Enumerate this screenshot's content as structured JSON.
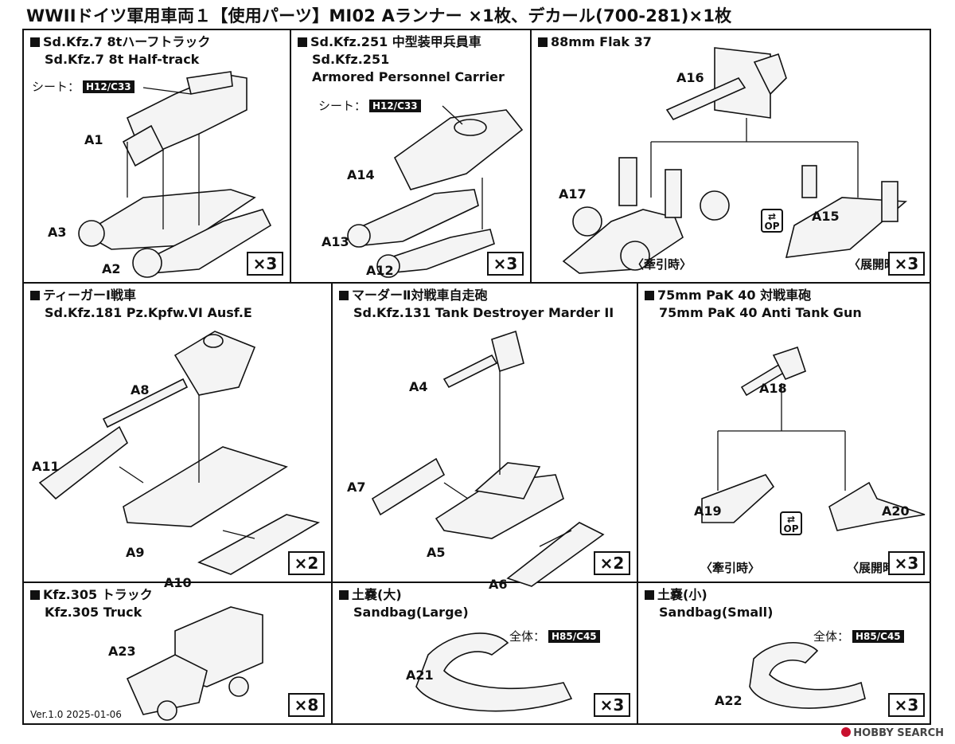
{
  "title": "WWIIドイツ軍用車両１【使用パーツ】MI02 Aランナー ×1枚、デカール(700-281)×1枚",
  "version": "Ver.1.0 2025-01-06",
  "watermark": "HOBBY SEARCH",
  "panels": [
    {
      "title": "Sd.Kfz.7 8tハーフトラック",
      "subtitle": "Sd.Kfz.7 8t Half-track",
      "qty": "×3",
      "seat_note": "シート：",
      "seat_color": "H12/C33",
      "parts": [
        "A1",
        "A3",
        "A2"
      ]
    },
    {
      "title": "Sd.Kfz.251 中型装甲兵員車",
      "subtitle": "Sd.Kfz.251",
      "subtitle2": "Armored Personnel Carrier",
      "qty": "×3",
      "seat_note": "シート：",
      "seat_color": "H12/C33",
      "parts": [
        "A14",
        "A13",
        "A12"
      ]
    },
    {
      "title": "88mm Flak 37",
      "qty": "×3",
      "parts": [
        "A16",
        "A17",
        "A15"
      ],
      "mode_tow": "〈牽引時〉",
      "mode_deploy": "〈展開時〉",
      "op": "OP"
    },
    {
      "title": "ティーガーⅠ戦車",
      "subtitle": "Sd.Kfz.181 Pz.Kpfw.VI Ausf.E",
      "qty": "×2",
      "parts": [
        "A8",
        "A11",
        "A9",
        "A10"
      ]
    },
    {
      "title": "マーダーⅡ対戦車自走砲",
      "subtitle": "Sd.Kfz.131 Tank Destroyer Marder II",
      "qty": "×2",
      "parts": [
        "A4",
        "A7",
        "A5",
        "A6"
      ]
    },
    {
      "title": "75mm PaK 40 対戦車砲",
      "subtitle": "75mm PaK 40 Anti Tank Gun",
      "qty": "×3",
      "parts": [
        "A18",
        "A19",
        "A20"
      ],
      "mode_tow": "〈牽引時〉",
      "mode_deploy": "〈展開時〉",
      "op": "OP"
    },
    {
      "title": "Kfz.305 トラック",
      "subtitle": "Kfz.305 Truck",
      "qty": "×8",
      "parts": [
        "A23"
      ]
    },
    {
      "title": "土嚢(大)",
      "subtitle": "Sandbag(Large)",
      "qty": "×3",
      "all_note": "全体：",
      "all_color": "H85/C45",
      "parts": [
        "A21"
      ]
    },
    {
      "title": "土嚢(小)",
      "subtitle": "Sandbag(Small)",
      "qty": "×3",
      "all_note": "全体：",
      "all_color": "H85/C45",
      "parts": [
        "A22"
      ]
    }
  ]
}
